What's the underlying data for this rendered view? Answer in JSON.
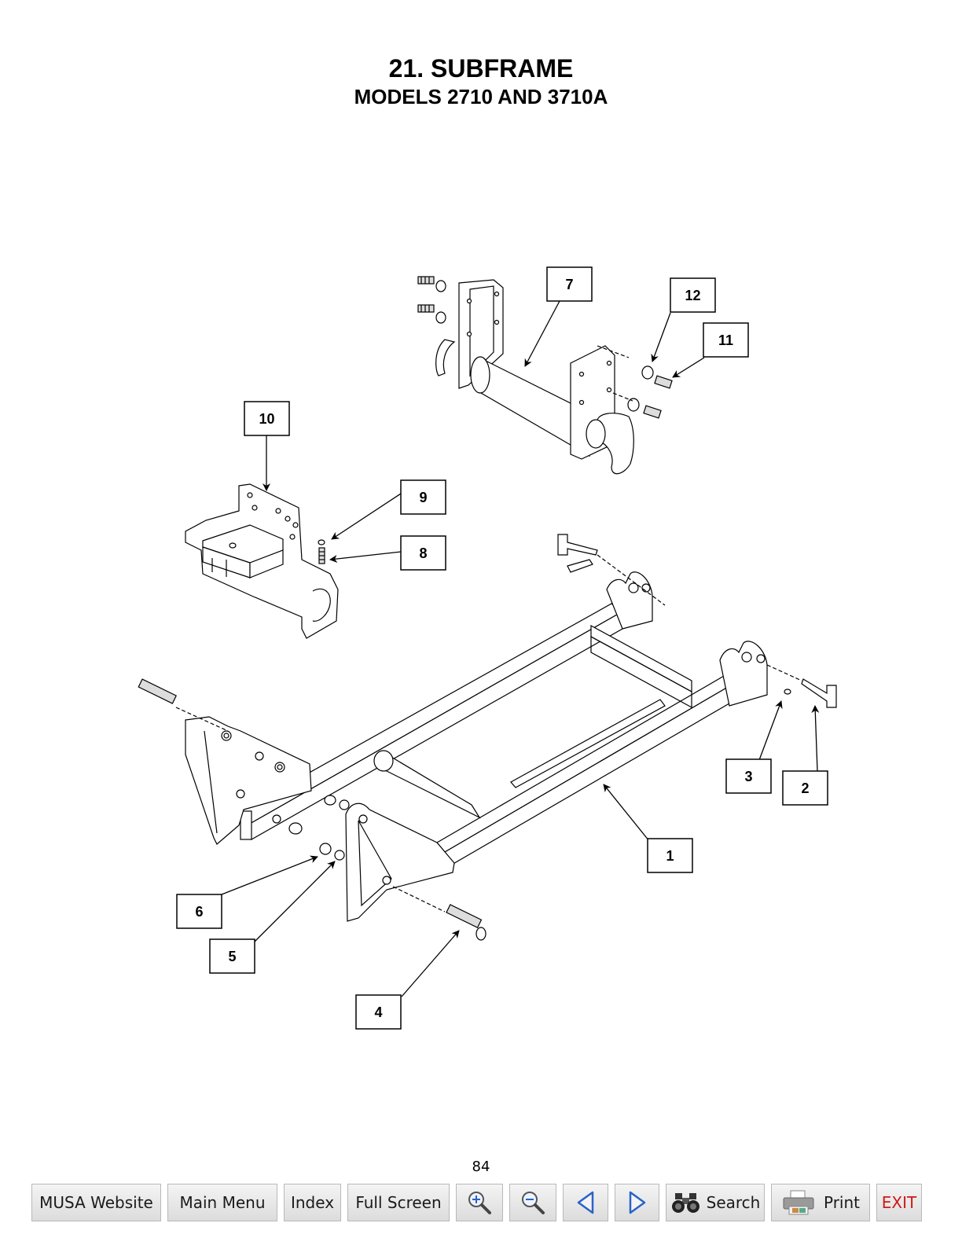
{
  "header": {
    "title": "21. SUBFRAME",
    "subtitle": "MODELS 2710 AND 3710A"
  },
  "callouts": [
    {
      "label": "1"
    },
    {
      "label": "2"
    },
    {
      "label": "3"
    },
    {
      "label": "4"
    },
    {
      "label": "5"
    },
    {
      "label": "6"
    },
    {
      "label": "7"
    },
    {
      "label": "8"
    },
    {
      "label": "9"
    },
    {
      "label": "10"
    },
    {
      "label": "11"
    },
    {
      "label": "12"
    }
  ],
  "footer": {
    "page_number": "84"
  },
  "toolbar": {
    "musa_website": "MUSA Website",
    "main_menu": "Main Menu",
    "index": "Index",
    "full_screen": "Full Screen",
    "zoom_in_icon": "zoom-in-icon",
    "zoom_out_icon": "zoom-out-icon",
    "prev_icon": "triangle-left-icon",
    "next_icon": "triangle-right-icon",
    "search": "Search",
    "print": "Print",
    "exit": "EXIT"
  },
  "colors": {
    "nav_arrow": "#2a62c9",
    "exit_text": "#d01818"
  }
}
